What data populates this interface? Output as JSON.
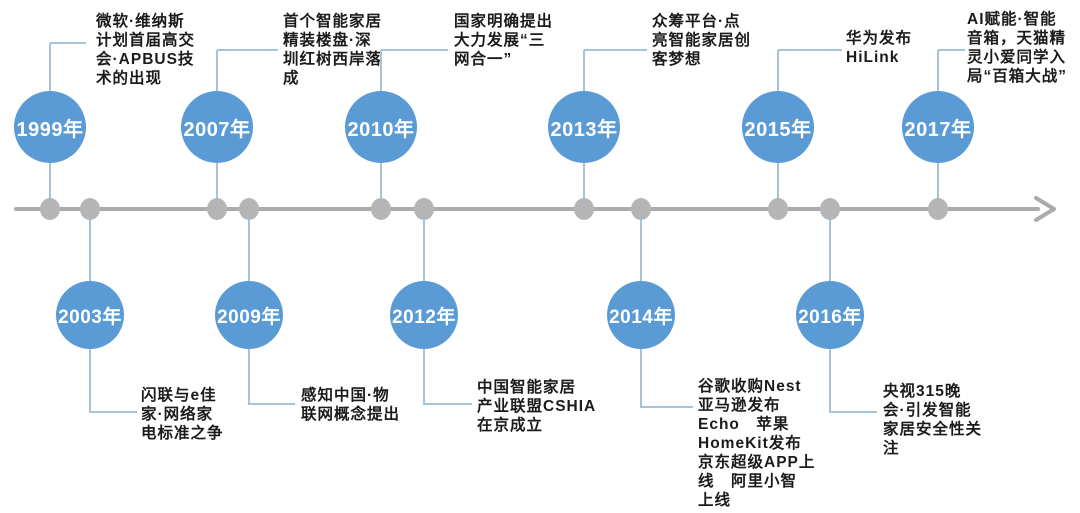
{
  "colors": {
    "circle": "#5B9BD5",
    "axis": "#ABABAB",
    "dot": "#B5B5B5",
    "connector": "#A6C3DC",
    "text": "#1b1b1b"
  },
  "timeline": {
    "direction": "left-to-right",
    "axis_style": "gray line with arrowhead and node dots"
  },
  "events": [
    {
      "year": "1999年",
      "side": "top",
      "desc": "微软·维纳斯\n计划首届高交\n会·APBUS技\n术的出现"
    },
    {
      "year": "2003年",
      "side": "bottom",
      "desc": "闪联与e佳\n家·网络家\n电标准之争"
    },
    {
      "year": "2007年",
      "side": "top",
      "desc": "首个智能家居\n精装楼盘·深\n圳红树西岸落\n成"
    },
    {
      "year": "2009年",
      "side": "bottom",
      "desc": "感知中国·物\n联网概念提出"
    },
    {
      "year": "2010年",
      "side": "top",
      "desc": "国家明确提出\n大力发展“三\n网合一”"
    },
    {
      "year": "2012年",
      "side": "bottom",
      "desc": "中国智能家居\n产业联盟CSHIA\n在京成立"
    },
    {
      "year": "2013年",
      "side": "top",
      "desc": "众筹平台·点\n亮智能家居创\n客梦想"
    },
    {
      "year": "2014年",
      "side": "bottom",
      "desc": "谷歌收购Nest\n亚马逊发布\nEcho　苹果\nHomeKit发布\n京东超级APP上\n线　阿里小智\n上线"
    },
    {
      "year": "2015年",
      "side": "top",
      "desc": "华为发布\nHiLink"
    },
    {
      "year": "2016年",
      "side": "bottom",
      "desc": "央视315晚\n会·引发智能\n家居安全性关\n注"
    },
    {
      "year": "2017年",
      "side": "top",
      "desc": "AI赋能·智能\n音箱，天猫精\n灵小爱同学入\n局“百箱大战”"
    }
  ]
}
